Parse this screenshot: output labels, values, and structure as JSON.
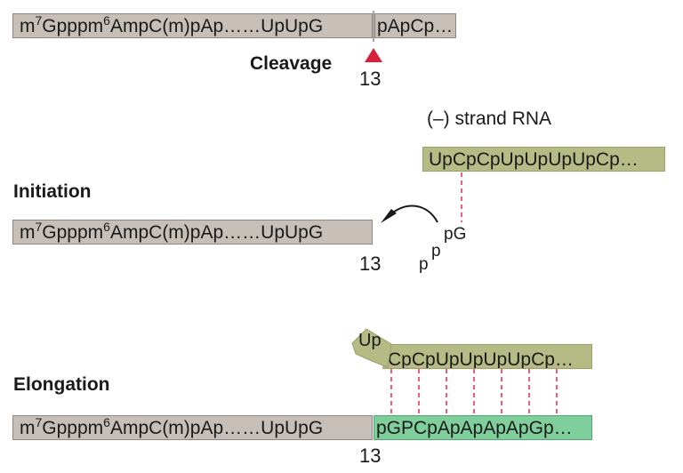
{
  "cleavage": {
    "mrna_left": "m⁷Gpppm⁶AmpC(m)pAp……UpUpG",
    "mrna_right": "pApCp…",
    "label": "Cleavage",
    "position": "13"
  },
  "initiation": {
    "minus_strand_label": "(–) strand RNA",
    "minus_strand_seq": "UpCpCpUpUpUpUpCp…",
    "label": "Initiation",
    "primer_seq": "m⁷Gpppm⁶AmpC(m)pAp……UpUpG",
    "position": "13",
    "ntp_p1": "p",
    "ntp_p2": "p",
    "ntp_pg": "pG"
  },
  "elongation": {
    "label": "Elongation",
    "template_up": "Up",
    "template_rest": "CpCpUpUpUpUpCp…",
    "primer_seq": "m⁷Gpppm⁶AmpC(m)pAp……UpUpG",
    "new_strand": "pGPCpApApApApGp…",
    "position": "13"
  },
  "colors": {
    "capped_rna": "#c7bfb7",
    "minus_strand": "#b5bb84",
    "new_strand": "#7fcf9c",
    "cleavage_marker": "#d6213a",
    "base_pair_line": "#e8365a"
  }
}
